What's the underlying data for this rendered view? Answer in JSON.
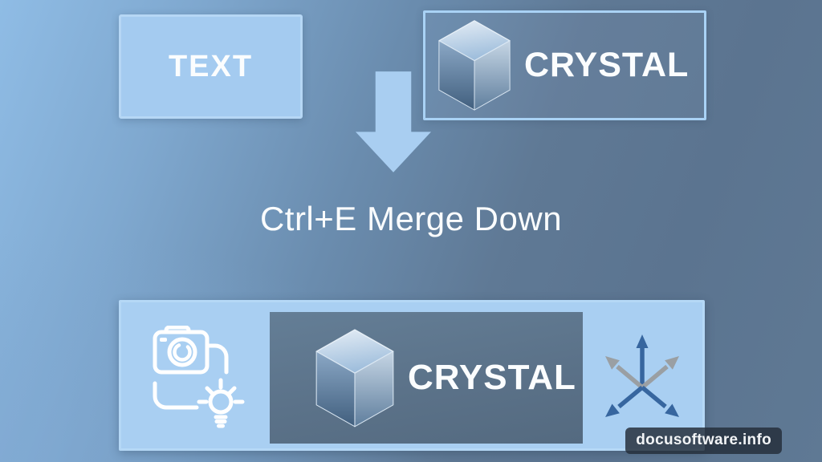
{
  "scene": {
    "caption": "Ctrl+E Merge Down",
    "watermark": "docusoftware.info",
    "before": {
      "text_layer_label": "TEXT",
      "crystal_layer_label": "CRYSTAL"
    },
    "after": {
      "merged_layer_label": "CRYSTAL"
    },
    "icons": {
      "cube": "cube-icon",
      "camera": "camera-to-idea-icon",
      "arrows": "spread-arrows-icon",
      "down_arrow": "merge-down-arrow-icon"
    },
    "colors": {
      "background_top_left": "#8FBCE5",
      "background_right": "#5B7490",
      "panel_fill": "#A6CCF1",
      "panel_border": "#B0D5F5",
      "dark_panel": "#5C7389",
      "block_arrow": "#A9CEF1",
      "arrow_blue": "#37669F",
      "arrow_gray": "#9A9FA3",
      "text": "#FBFDFE",
      "watermark_bg": "rgba(36,46,58,0.83)"
    }
  }
}
